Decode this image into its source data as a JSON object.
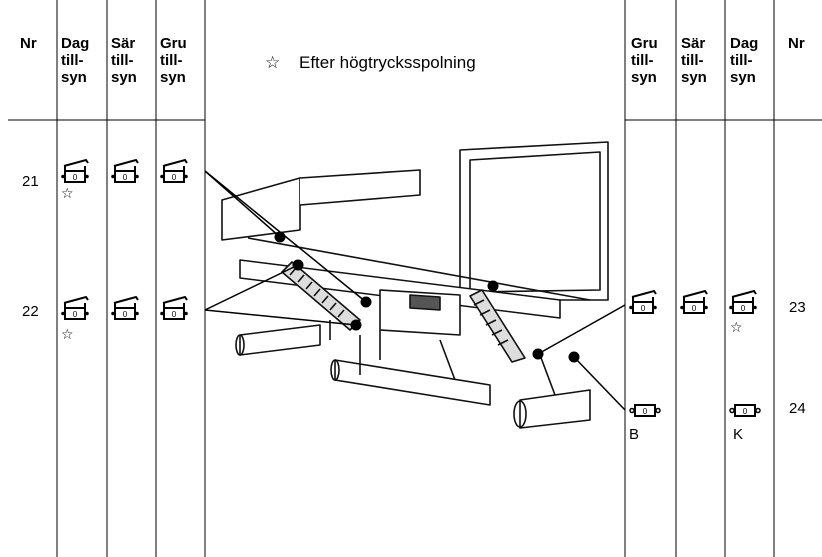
{
  "headers_left": [
    {
      "lines": [
        "Nr"
      ]
    },
    {
      "lines": [
        "Dag",
        "till-",
        "syn"
      ]
    },
    {
      "lines": [
        "Sär",
        "till-",
        "syn"
      ]
    },
    {
      "lines": [
        "Gru",
        "till-",
        "syn"
      ]
    }
  ],
  "headers_right": [
    {
      "lines": [
        "Gru",
        "till-",
        "syn"
      ]
    },
    {
      "lines": [
        "Sär",
        "till-",
        "syn"
      ]
    },
    {
      "lines": [
        "Dag",
        "till-",
        "syn"
      ]
    },
    {
      "lines": [
        "Nr"
      ]
    }
  ],
  "note": {
    "symbol": "☆",
    "text": "Efter högtrycksspolning"
  },
  "rows": {
    "r21": "21",
    "r22": "22",
    "r23": "23",
    "r24": "24"
  },
  "star_symbol": "☆",
  "icon_value": "0",
  "labels": {
    "b": "B",
    "k": "K"
  }
}
